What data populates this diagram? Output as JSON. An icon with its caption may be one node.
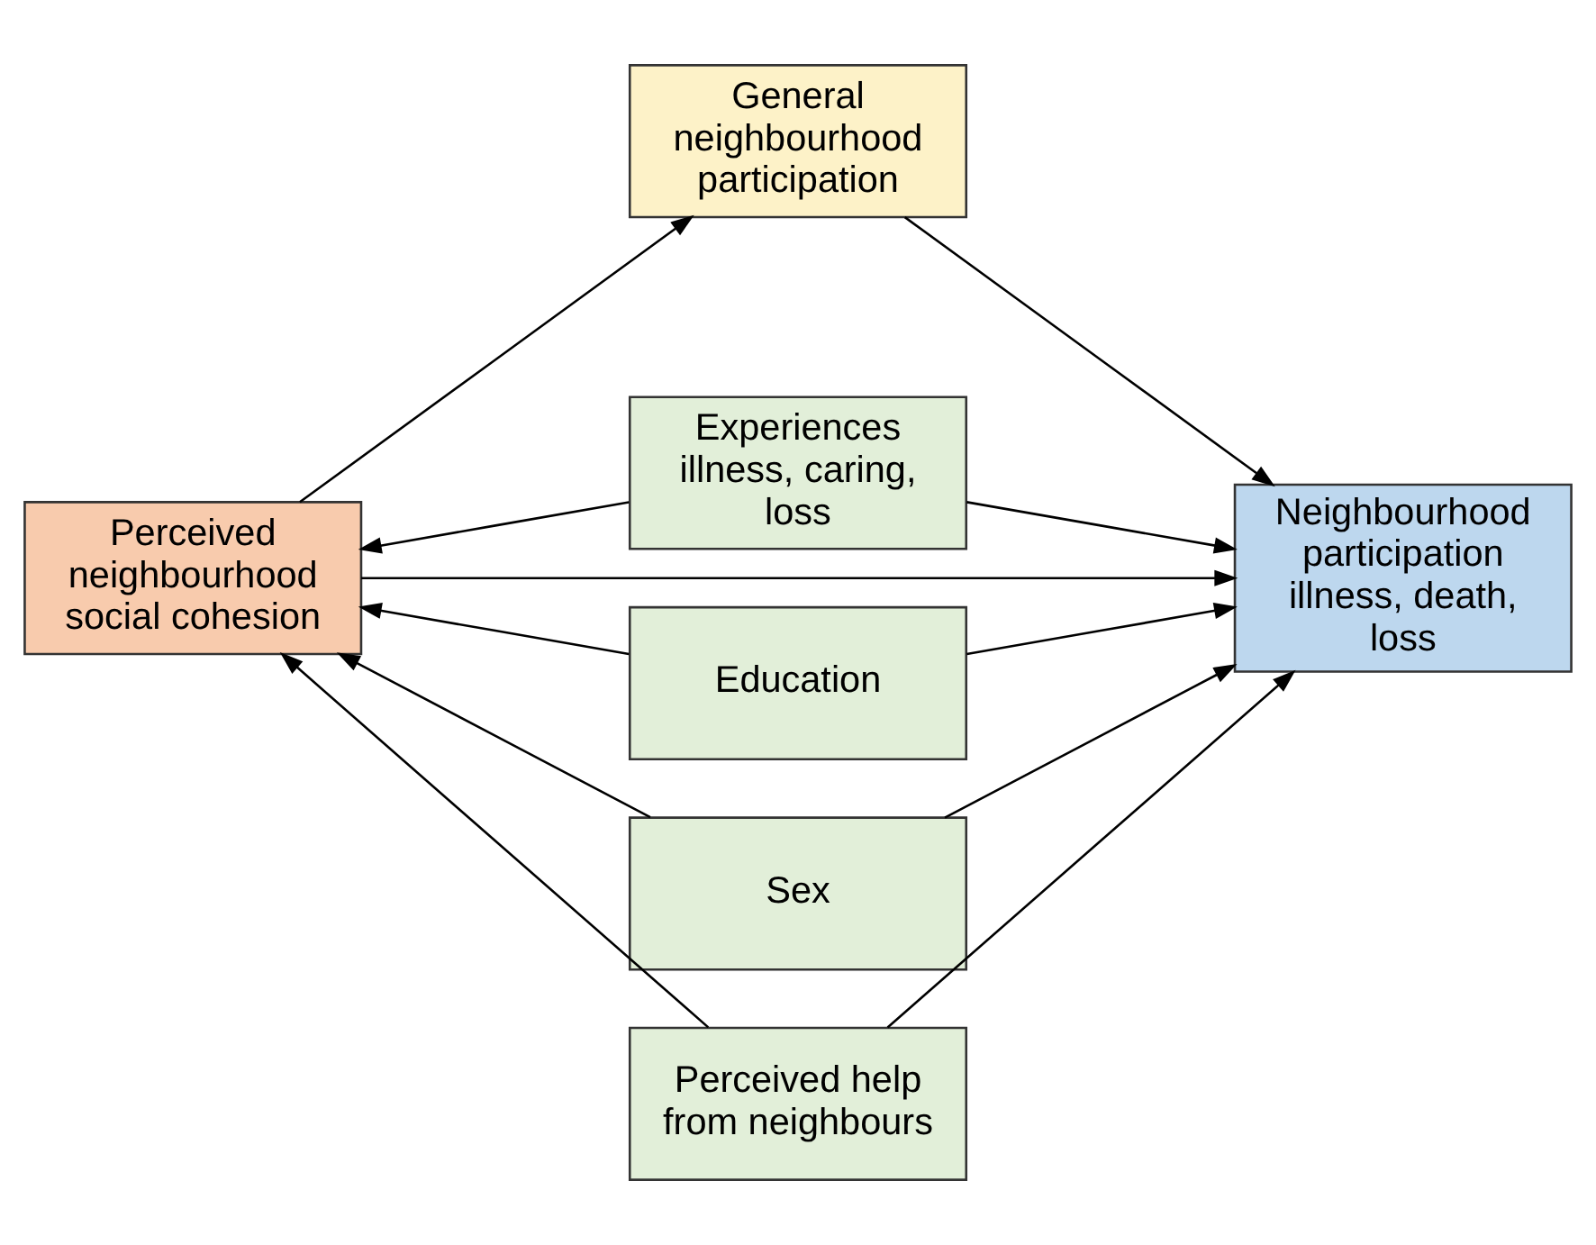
{
  "diagram": {
    "nodes": [
      {
        "text": [
          "General neighbourhood participation"
        ]
      },
      {
        "text": [
          "Perceived neighbourhood social cohesion"
        ]
      },
      {
        "text": [
          "Neighbourhood participation illness, death, loss"
        ]
      },
      {
        "text": [
          "Experiences illness, caring, loss"
        ]
      },
      {
        "text": [
          "Education"
        ]
      },
      {
        "text": [
          "Sex"
        ]
      },
      {
        "text": [
          "Perceived help from neighbours"
        ]
      }
    ],
    "edges": [
      {
        "from": 1,
        "to": 0,
        "arrow": "to"
      },
      {
        "from": 0,
        "to": 2,
        "arrow": "to"
      },
      {
        "from": 1,
        "to": 2,
        "arrow": "to"
      },
      {
        "from": 3,
        "to": 1,
        "arrow": "to"
      },
      {
        "from": 3,
        "to": 2,
        "arrow": "to"
      },
      {
        "from": 4,
        "to": 1,
        "arrow": "to"
      },
      {
        "from": 4,
        "to": 2,
        "arrow": "to"
      },
      {
        "from": 5,
        "to": 1,
        "arrow": "to"
      },
      {
        "from": 5,
        "to": 2,
        "arrow": "to"
      },
      {
        "from": 6,
        "to": 1,
        "arrow": "to"
      },
      {
        "from": 6,
        "to": 2,
        "arrow": "to"
      }
    ]
  }
}
